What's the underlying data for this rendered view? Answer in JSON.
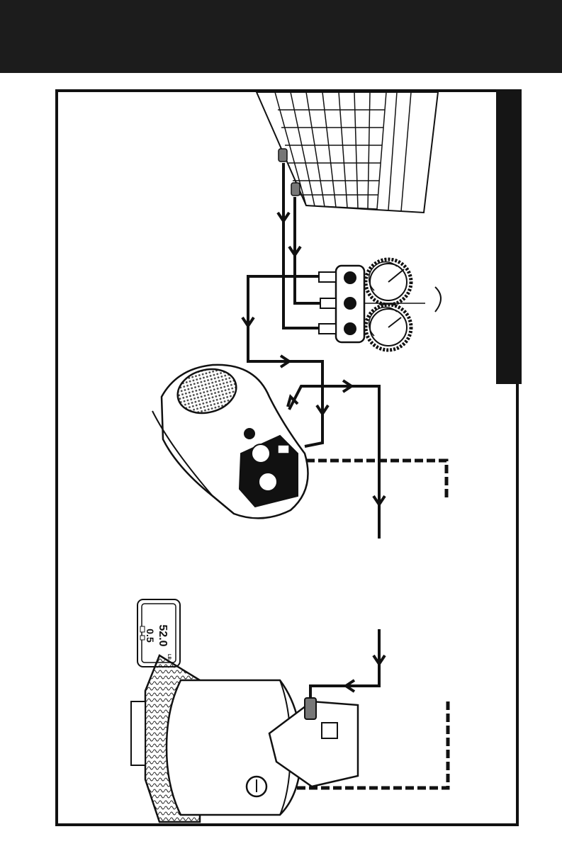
{
  "colors": {
    "header": "#1c1c1c",
    "ink": "#111111",
    "paper": "#ffffff",
    "mesh": "#555555"
  },
  "scale_display": {
    "reading_line1": "52.0",
    "reading_line2": "0.5",
    "small_label": "LB"
  }
}
